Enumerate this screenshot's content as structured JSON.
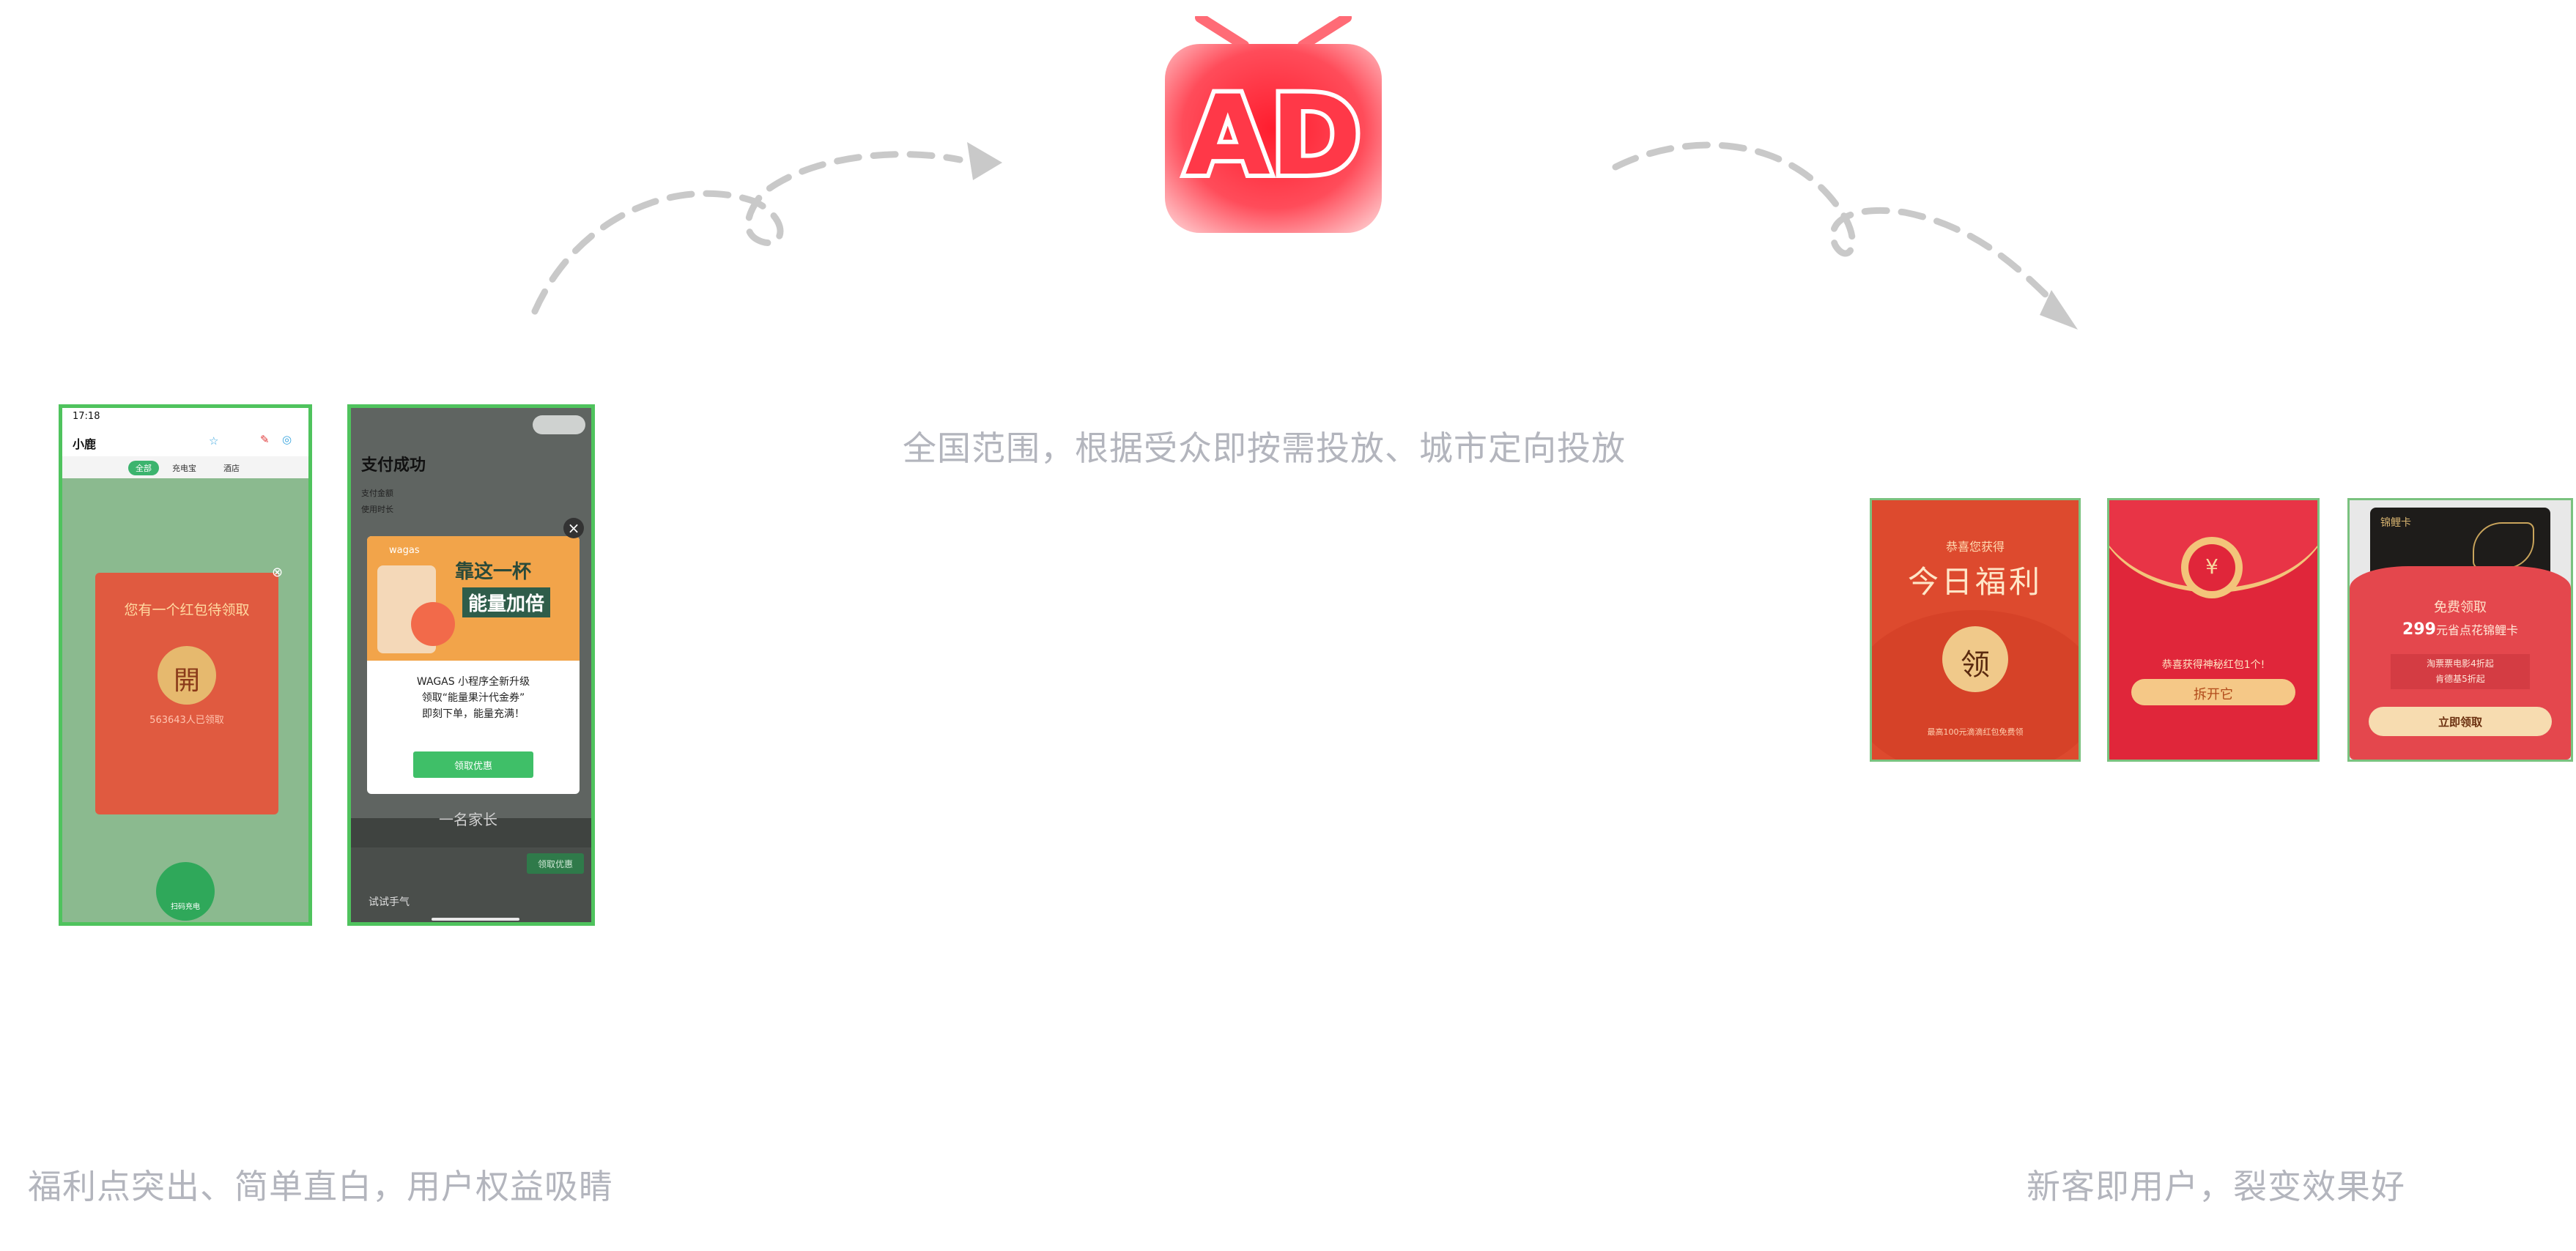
{
  "captions": {
    "top": "全国范围，根据受众即按需投放、城市定向投放",
    "bottom_left": "福利点突出、简单直白，用户权益吸睛",
    "bottom_right": "新客即用户，裂变效果好"
  },
  "logo": {
    "text": "AD"
  },
  "phone1": {
    "time": "17:18",
    "app_title": "小鹿",
    "tabs": [
      "全部",
      "充电宝",
      "酒店"
    ],
    "popup_title": "您有一个红包待领取",
    "open_char": "開",
    "count_text": "563643人已领取",
    "scan_label": "扫码充电"
  },
  "phone2": {
    "status_title": "支付成功",
    "row1": "支付金额",
    "row2": "使用时长",
    "brand": "wagas",
    "banner_line1": "靠这一杯",
    "banner_line2": "能量加倍",
    "message": [
      "WAGAS 小程序全新升级",
      "领取“能量果汁代金券”",
      "即刻下单，能量充满！"
    ],
    "cta": "领取优惠",
    "close": "×",
    "bottom_item1": "领取优惠",
    "bottom_item2": "一名家长",
    "bottom_item3": "试试手气"
  },
  "card1": {
    "line1": "恭喜您获得",
    "line2": "今日福利",
    "coin": "领",
    "footer": "最高100元滴滴红包免费领"
  },
  "card2": {
    "message": "恭喜获得神秘红包1个!",
    "button": "拆开它"
  },
  "card3": {
    "card_label": "锦鲤卡",
    "title": "免费领取",
    "amount": "299",
    "amount_suffix": "元省点花锦鲤卡",
    "benefit1": "淘票票电影4折起",
    "benefit2": "肯德基5折起",
    "button": "立即领取"
  },
  "colors": {
    "caption": "#b3b5bd",
    "frame_green": "#4fc35d",
    "red": "#e0263a",
    "arrow": "#c7c7c7"
  }
}
